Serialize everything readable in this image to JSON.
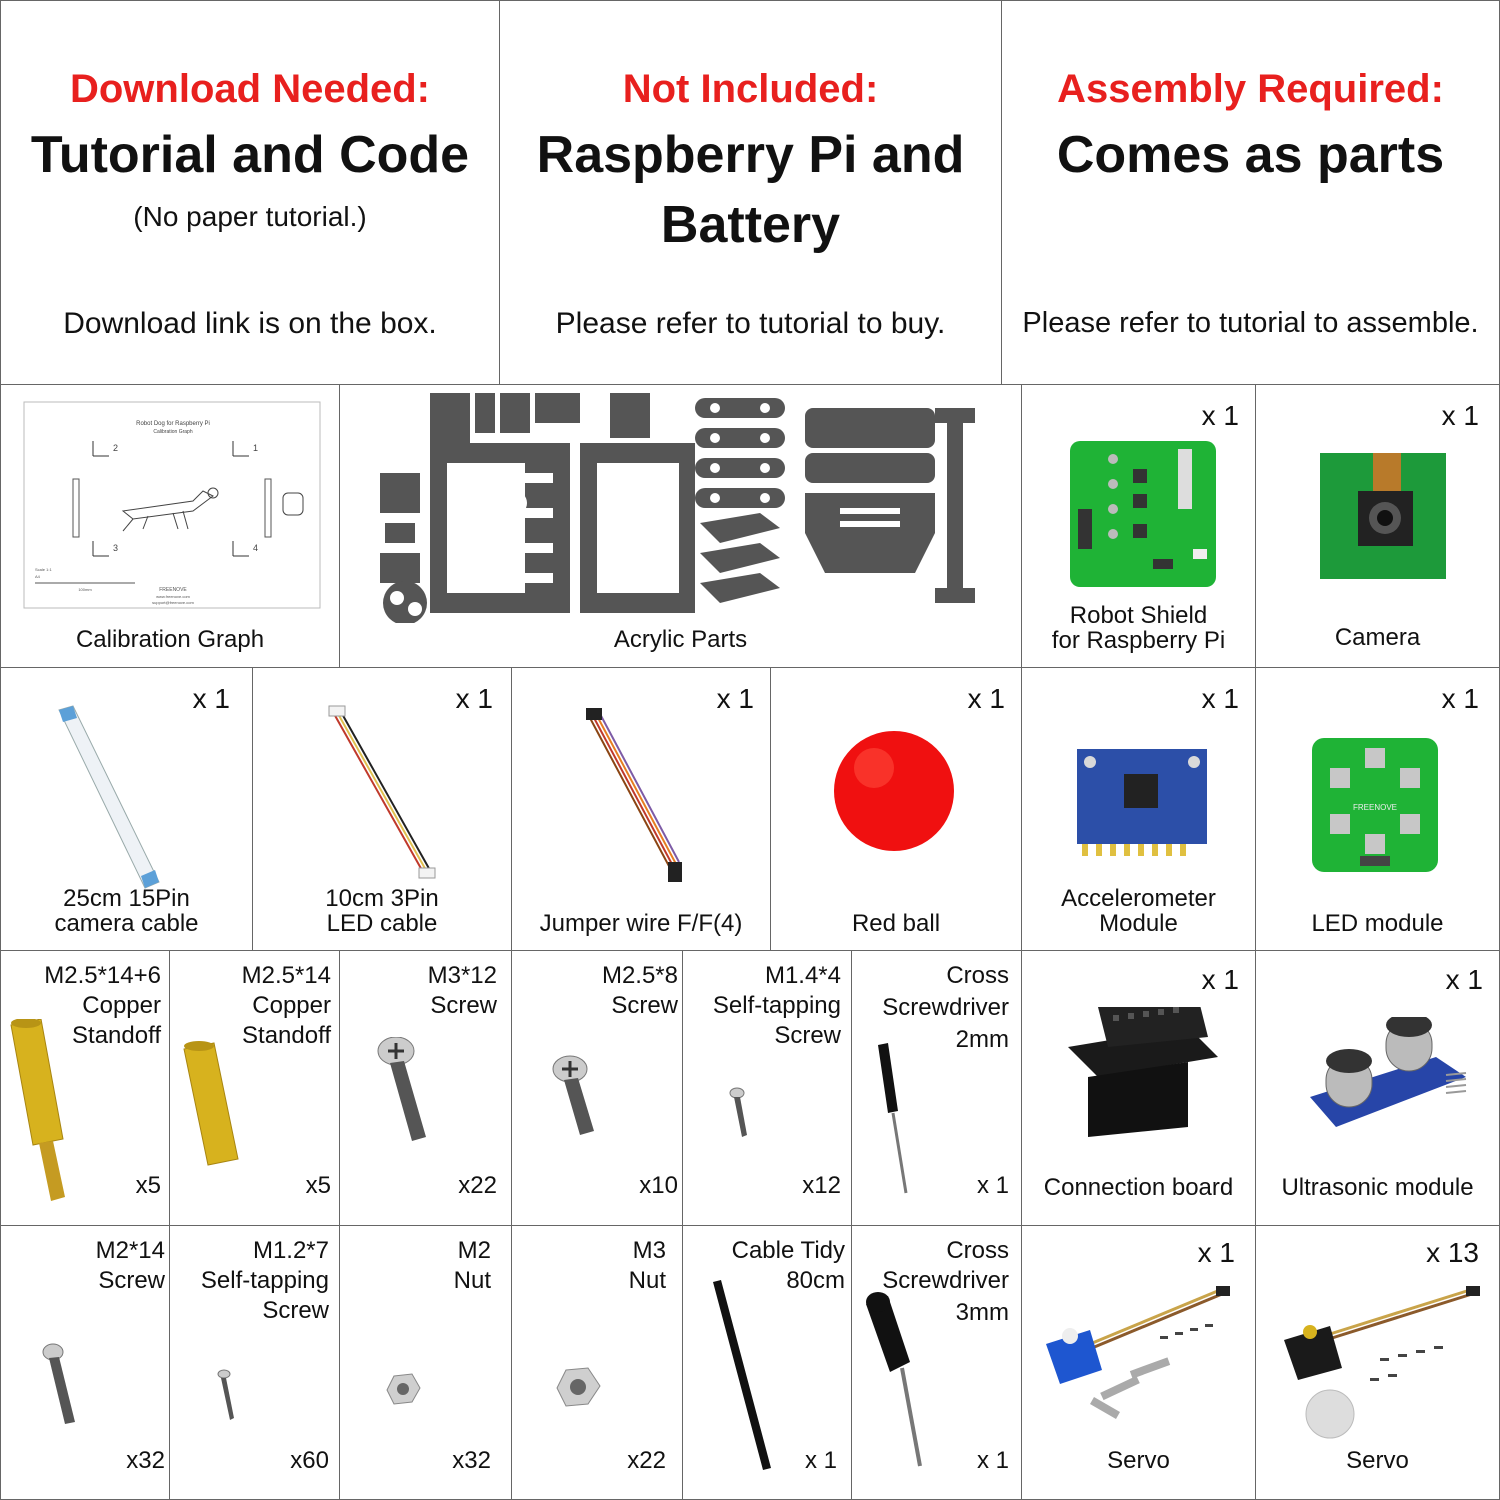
{
  "top": [
    {
      "heading": "Download Needed:",
      "title": "Tutorial and Code",
      "subtitle": "(No paper tutorial.)",
      "note": "Download link is on the box."
    },
    {
      "heading": "Not Included:",
      "title_line1": "Raspberry Pi and",
      "title_line2": "Battery",
      "note": "Please refer to tutorial to buy."
    },
    {
      "heading": "Assembly Required:",
      "title": "Comes as parts",
      "note": "Please refer to tutorial to assemble."
    }
  ],
  "calibration": {
    "label": "Calibration Graph",
    "doc_title_1": "Robot Dog for Raspberry Pi",
    "doc_title_2": "Calibration Graph",
    "n1": "1",
    "n2": "2",
    "n3": "3",
    "n4": "4",
    "scale": "Scale 1:1",
    "paper": "A4",
    "length": "100mm",
    "brand": "FREENOVE",
    "url": "www.freenove.com",
    "email": "support@freenove.com"
  },
  "acrylic": {
    "label": "Acrylic Parts"
  },
  "row1_items": [
    {
      "qty": "x 1",
      "line1": "Robot Shield",
      "line2": "for Raspberry Pi"
    },
    {
      "qty": "x 1",
      "line1": "Camera"
    }
  ],
  "row2_items": [
    {
      "qty": "x 1",
      "line1": "25cm 15Pin",
      "line2": "camera cable"
    },
    {
      "qty": "x 1",
      "line1": "10cm 3Pin",
      "line2": "LED cable"
    },
    {
      "qty": "x 1",
      "line1": "Jumper wire F/F(4)"
    },
    {
      "qty": "x 1",
      "line1": "Red ball"
    },
    {
      "qty": "x 1",
      "line1": "Accelerometer",
      "line2": "Module"
    },
    {
      "qty": "x 1",
      "line1": "LED module"
    }
  ],
  "row3_items": [
    {
      "name": [
        "M2.5*14+6",
        "Copper",
        "Standoff"
      ],
      "count": "x5"
    },
    {
      "name": [
        "M2.5*14",
        "Copper",
        "Standoff"
      ],
      "count": "x5"
    },
    {
      "name": [
        "M3*12",
        "Screw"
      ],
      "count": "x22"
    },
    {
      "name": [
        "M2.5*8",
        "Screw"
      ],
      "count": "x10"
    },
    {
      "name": [
        "M1.4*4",
        "Self-tapping",
        "Screw"
      ],
      "count": "x12"
    },
    {
      "name": [
        "Cross",
        "Screwdriver",
        "2mm"
      ],
      "count": "x 1"
    },
    {
      "qty": "x 1",
      "label": "Connection board"
    },
    {
      "qty": "x 1",
      "label": "Ultrasonic module"
    }
  ],
  "row4_items": [
    {
      "name": [
        "M2*14",
        "Screw"
      ],
      "count": "x32"
    },
    {
      "name": [
        "M1.2*7",
        "Self-tapping",
        "Screw"
      ],
      "count": "x60"
    },
    {
      "name": [
        "M2",
        "Nut"
      ],
      "count": "x32"
    },
    {
      "name": [
        "M3",
        "Nut"
      ],
      "count": "x22"
    },
    {
      "name": [
        "Cable Tidy",
        "80cm"
      ],
      "count": "x 1"
    },
    {
      "name": [
        "Cross",
        "Screwdriver",
        "3mm"
      ],
      "count": "x 1"
    },
    {
      "qty": "x 1",
      "label": "Servo"
    },
    {
      "qty": "x 13",
      "label": "Servo"
    }
  ],
  "led_brand": "FREENOVE",
  "colors": {
    "accent_red": "#e8201e",
    "pcb_green": "#1fb336",
    "acrylic_gray": "#555555",
    "brass": "#d7b21e"
  }
}
